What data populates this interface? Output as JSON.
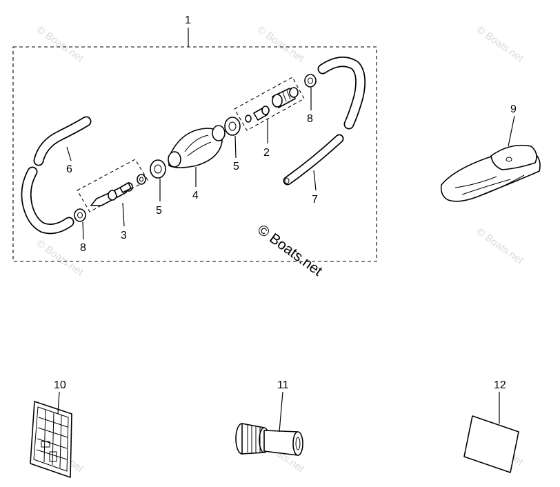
{
  "callouts": {
    "c1": "1",
    "c2": "2",
    "c3": "3",
    "c4": "4",
    "c5a": "5",
    "c5b": "5",
    "c6": "6",
    "c7": "7",
    "c8a": "8",
    "c8b": "8",
    "c9": "9",
    "c10": "10",
    "c11": "11",
    "c12": "12"
  },
  "watermark": {
    "main": "© Boats.net",
    "tile": "© Boats.net"
  }
}
